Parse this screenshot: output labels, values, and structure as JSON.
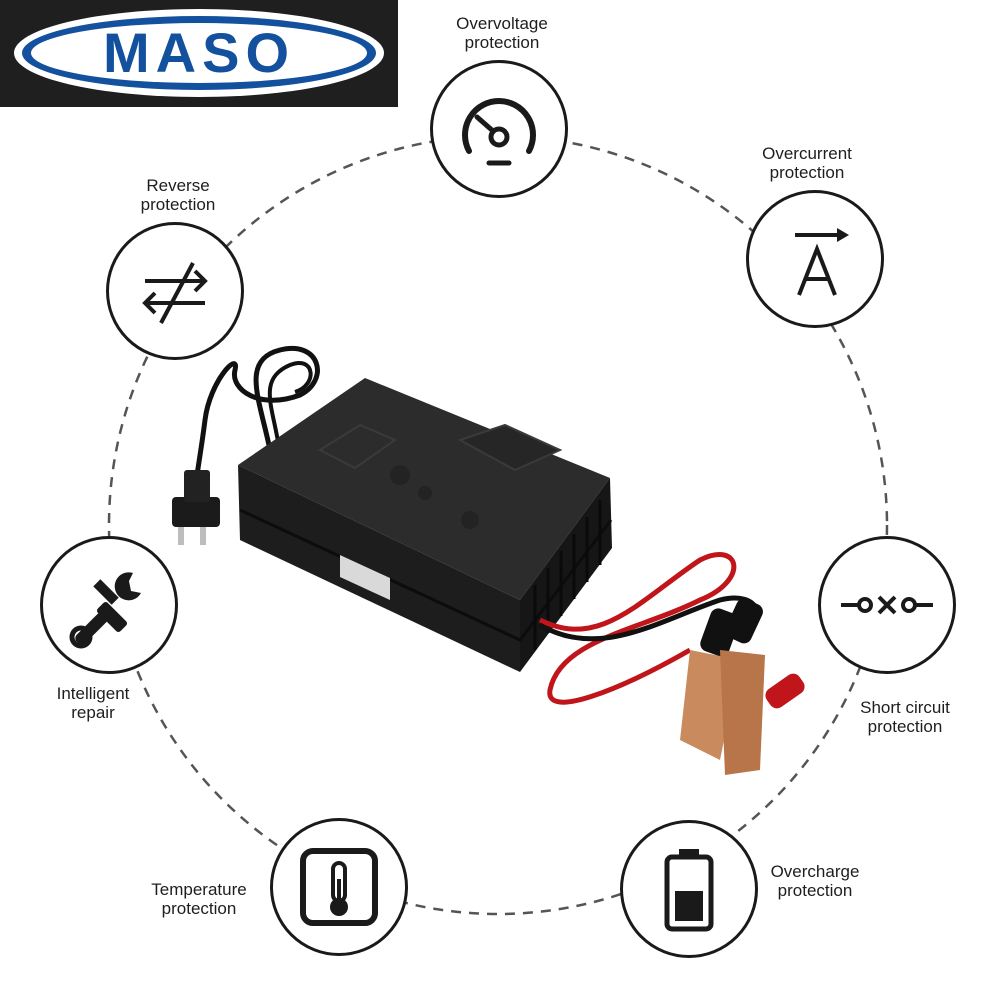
{
  "brand": {
    "logo_text": "MASO"
  },
  "features": {
    "overvoltage": {
      "line1": "Overvoltage",
      "line2": "protection",
      "icon": "gauge-icon"
    },
    "overcurrent": {
      "line1": "Overcurrent",
      "line2": "protection",
      "icon": "ampere-arrow-icon"
    },
    "reverse": {
      "line1": "Reverse",
      "line2": "protection",
      "icon": "reverse-arrows-icon"
    },
    "intelligent_repair": {
      "line1": "Intelligent",
      "line2": "repair",
      "icon": "tools-icon"
    },
    "short_circuit": {
      "line1": "Short circuit",
      "line2": "protection",
      "icon": "open-switch-icon"
    },
    "temperature": {
      "line1": "Temperature",
      "line2": "protection",
      "icon": "thermometer-icon"
    },
    "overcharge": {
      "line1": "Overcharge",
      "line2": "protection",
      "icon": "battery-icon"
    }
  },
  "colors": {
    "line": "#1a1a1a",
    "dash": "#555555",
    "charger": "#232323",
    "wire_red": "#c0161b",
    "clip_copper": "#c98a5e"
  }
}
